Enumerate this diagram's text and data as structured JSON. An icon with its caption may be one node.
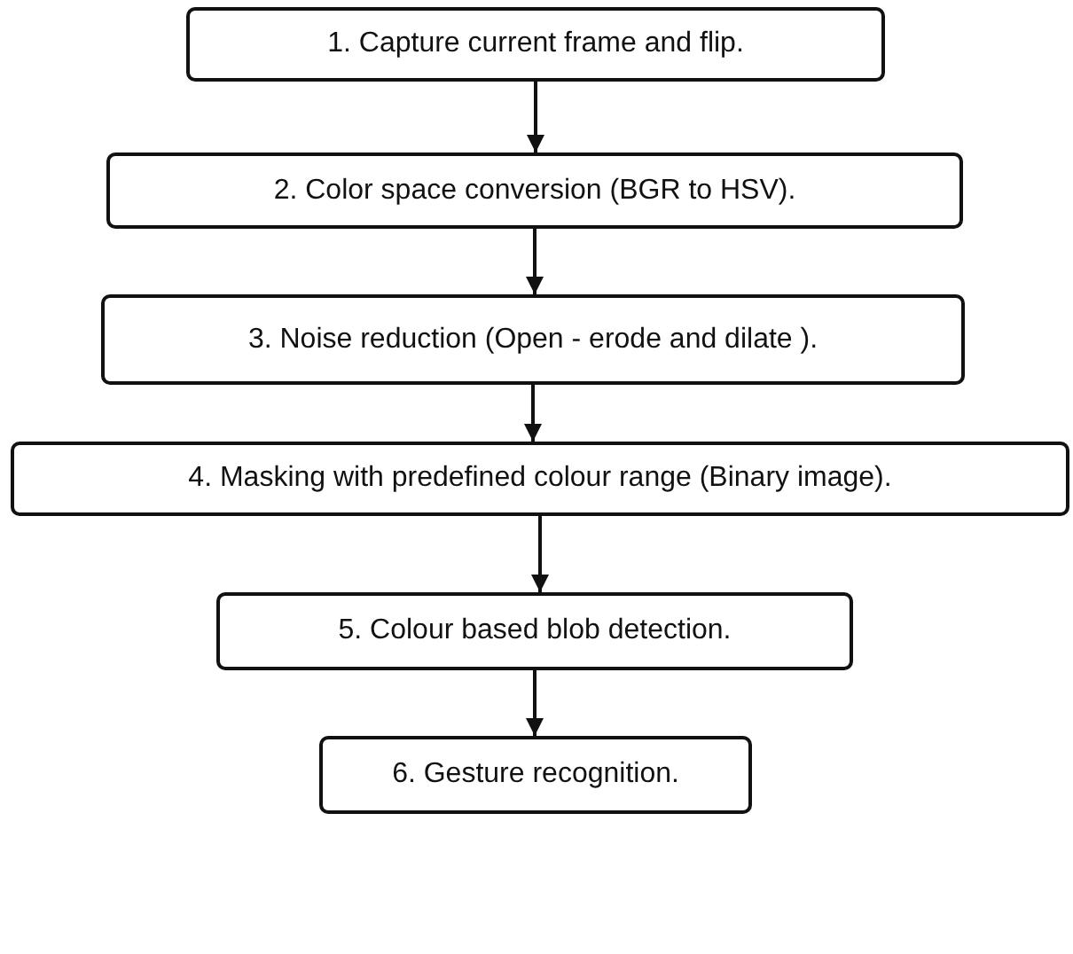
{
  "diagram": {
    "nodes": [
      {
        "text": [
          "1. Capture current frame and flip."
        ]
      },
      {
        "text": [
          "2. Color space conversion (BGR to HSV)."
        ]
      },
      {
        "text": [
          "3. Noise reduction (Open - erode and dilate )."
        ]
      },
      {
        "text": [
          "4. Masking with predefined colour range (Binary image)."
        ]
      },
      {
        "text": [
          "5. Colour based blob detection."
        ]
      },
      {
        "text": [
          "6. Gesture recognition."
        ]
      }
    ],
    "edges": [
      {
        "from": 0,
        "to": 1,
        "arrow": "to"
      },
      {
        "from": 1,
        "to": 2,
        "arrow": "to"
      },
      {
        "from": 2,
        "to": 3,
        "arrow": "to"
      },
      {
        "from": 3,
        "to": 4,
        "arrow": "to"
      },
      {
        "from": 4,
        "to": 5,
        "arrow": "to"
      }
    ]
  }
}
